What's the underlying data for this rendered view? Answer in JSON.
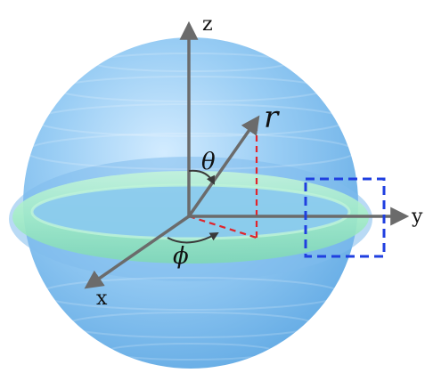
{
  "labels": {
    "z": "z",
    "y": "y",
    "x": "x",
    "r": "r",
    "theta": "θ",
    "phi": "ϕ"
  },
  "colors": {
    "sphere": "#6fb6ee",
    "torus": "#a7f0c7",
    "axis": "#6b6b6b",
    "projection": "#e0242b",
    "highlight_box": "#1f3fe0"
  },
  "icons": {
    "highlight": "dashed-box",
    "angle_markers": "curved-arrow"
  }
}
